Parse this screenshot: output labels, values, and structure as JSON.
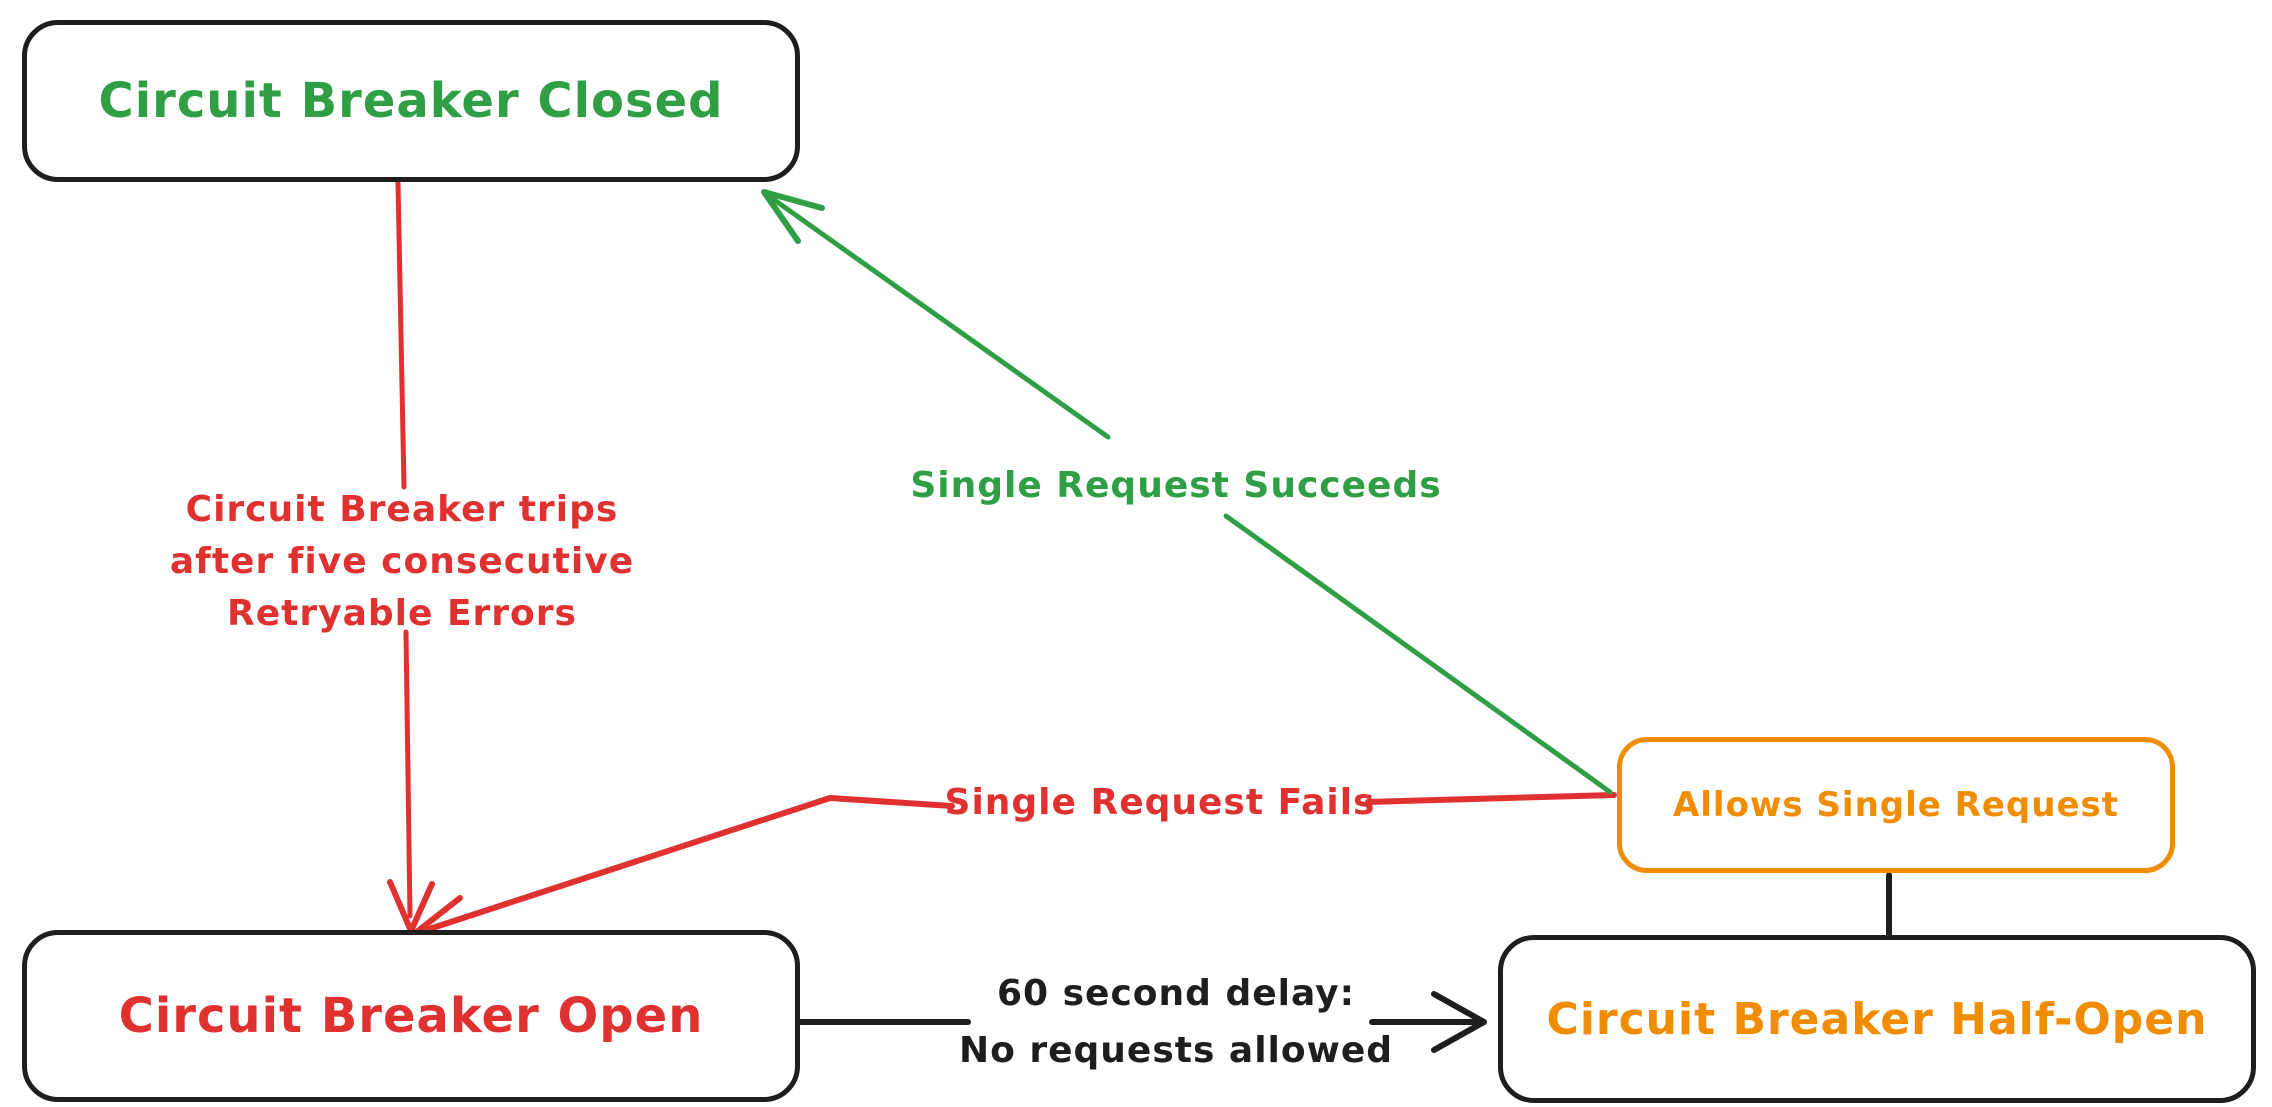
{
  "nodes": {
    "closed": {
      "label": "Circuit Breaker Closed",
      "text_color": "#2f9e44",
      "border_color": "#1e1e1e"
    },
    "open": {
      "label": "Circuit Breaker Open",
      "text_color": "#e03131",
      "border_color": "#1e1e1e"
    },
    "half_open": {
      "label": "Circuit Breaker Half-Open",
      "text_color": "#f08c00",
      "border_color": "#1e1e1e"
    },
    "allows": {
      "label": "Allows Single Request",
      "text_color": "#f08c00",
      "border_color": "#f08c00"
    }
  },
  "edges": {
    "trip": {
      "label_lines": [
        "Circuit Breaker trips",
        "after five consecutive",
        "Retryable Errors"
      ],
      "color": "#e03131",
      "from": "closed",
      "to": "open"
    },
    "succeeds": {
      "label": "Single Request Succeeds",
      "color": "#2f9e44",
      "from": "allows",
      "to": "closed"
    },
    "fails": {
      "label": "Single Request Fails",
      "color": "#e03131",
      "from": "allows",
      "to": "open"
    },
    "delay": {
      "label_lines": [
        "60 second delay:",
        "No requests allowed"
      ],
      "color": "#1e1e1e",
      "from": "open",
      "to": "half_open"
    },
    "half_open_link": {
      "label": "",
      "color": "#1e1e1e",
      "from": "allows",
      "to": "half_open"
    }
  },
  "colors": {
    "background": "#ffffff",
    "black": "#1e1e1e",
    "green": "#2f9e44",
    "red": "#e03131",
    "orange": "#f08c00"
  }
}
